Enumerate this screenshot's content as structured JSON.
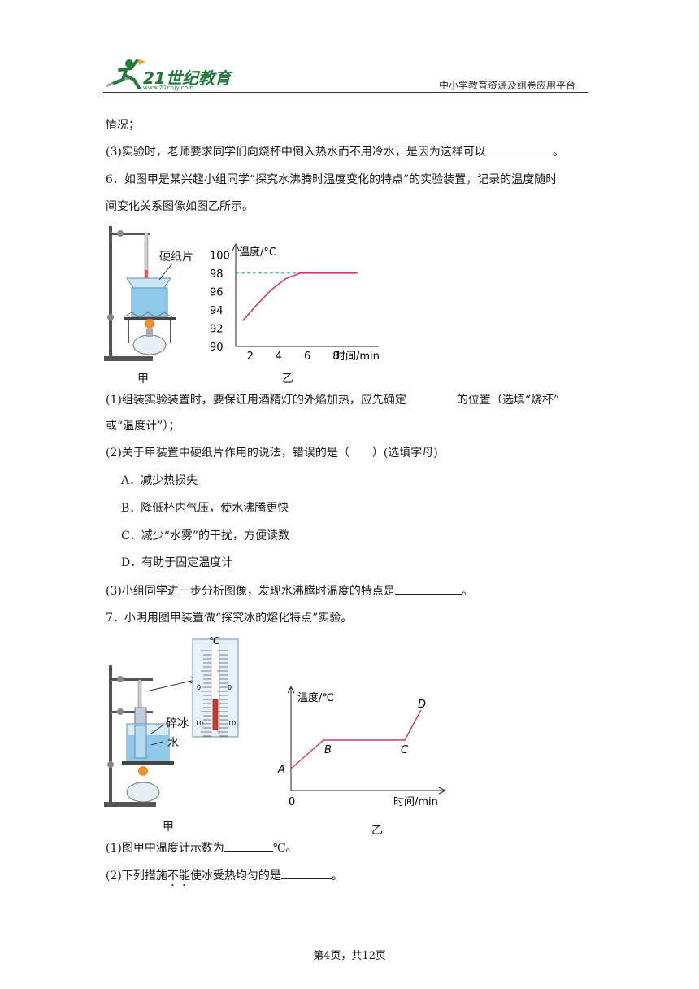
{
  "header": {
    "logo_text": "21世纪教育",
    "logo_url": "www.21cnjy.com",
    "platform": "中小学教育资源及组卷应用平台"
  },
  "q5": {
    "cont": "情况；",
    "p3_pre": "(3)实验时，老师要求同学们向烧杯中倒入热水而不用冷水，是因为这样可以",
    "p3_post": "。"
  },
  "q6": {
    "stem1": "6．如图甲是某兴趣小组同学“探究水沸腾时温度变化的特点”的实验装置，记录的温度随时",
    "stem2": "间变化关系图像如图乙所示。",
    "fig_jia_label": "硬纸片",
    "cap_jia": "甲",
    "cap_yi": "乙",
    "p1_pre": "(1)组装实验装置时，要保证用酒精灯的外焰加热，应先确定",
    "p1_post": "的位置（选填“烧杯”",
    "p1_line2": "或“温度计”）；",
    "p2": "(2)关于甲装置中硬纸片作用的说法，错误的是（　　）(选填字母)",
    "options": [
      "A．减少热损失",
      "B．降低杯内气压，使水沸腾更快",
      "C．减少“水雾”的干扰，方便读数",
      "D．有助于固定温度计"
    ],
    "p3_pre": "(3)小组同学进一步分析图像，发现水沸腾时温度的特点是",
    "p3_post": "。"
  },
  "chart_data": {
    "type": "line",
    "ylabel": "温度/°C",
    "xlabel": "时间/min",
    "x_ticks": [
      "2",
      "4",
      "6",
      "8"
    ],
    "y_ticks": [
      "90",
      "92",
      "94",
      "96",
      "98",
      "100"
    ],
    "xlim": [
      1,
      11
    ],
    "ylim": [
      90,
      101
    ],
    "x": [
      1.5,
      2.5,
      3.5,
      4.5,
      5.5,
      6.5,
      7.5,
      8.5,
      9.5
    ],
    "y": [
      92.8,
      94.6,
      96.2,
      97.4,
      98,
      98,
      98,
      98,
      98
    ],
    "reference_line": {
      "y": 98,
      "style": "dashed"
    },
    "grid": false
  },
  "q7": {
    "stem": "7．小明用图甲装置做“探究冰的熔化特点”实验。",
    "thermo_unit": "℃",
    "thermo_ticks": [
      "0",
      "10"
    ],
    "label_ice": "碎冰",
    "label_water": "水",
    "graph_ylabel": "温度/℃",
    "graph_xlabel": "时间/min",
    "graph_origin": "0",
    "points": [
      "A",
      "B",
      "C",
      "D"
    ],
    "cap_jia": "甲",
    "cap_yi": "乙",
    "p1_pre": "(1)图甲中温度计示数为",
    "p1_post": "℃。",
    "p2_pre": "(2)下列措施",
    "p2_dot": "不能",
    "p2_mid": "使冰受热均匀的是",
    "p2_post": "。"
  },
  "footer": {
    "page": "第4页，共12页"
  },
  "colors": {
    "curve": "#d6336c",
    "dashed": "#29a9c9",
    "water": "#8fc9ea",
    "logo": "#1f7a3a"
  }
}
